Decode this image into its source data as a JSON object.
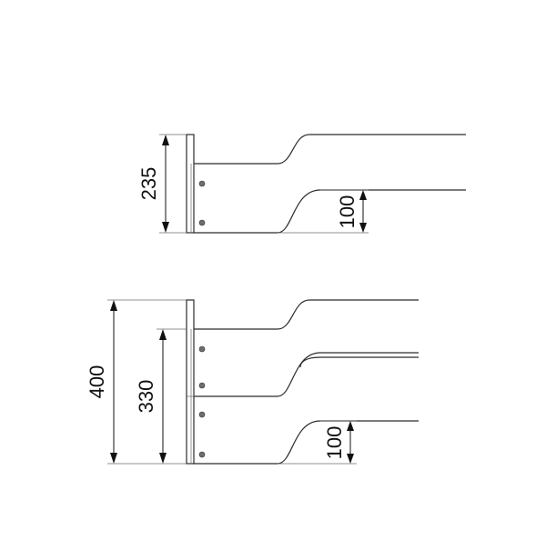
{
  "diagram": {
    "top_assembly": {
      "dim_total": "235",
      "dim_gap": "100"
    },
    "bottom_assembly": {
      "dim_total": "400",
      "dim_mid": "330",
      "dim_gap": "100"
    },
    "colors": {
      "line": "#2b2b2b",
      "dimension": "#111111",
      "bolt": "#6d6d6d",
      "background": "#ffffff"
    }
  }
}
